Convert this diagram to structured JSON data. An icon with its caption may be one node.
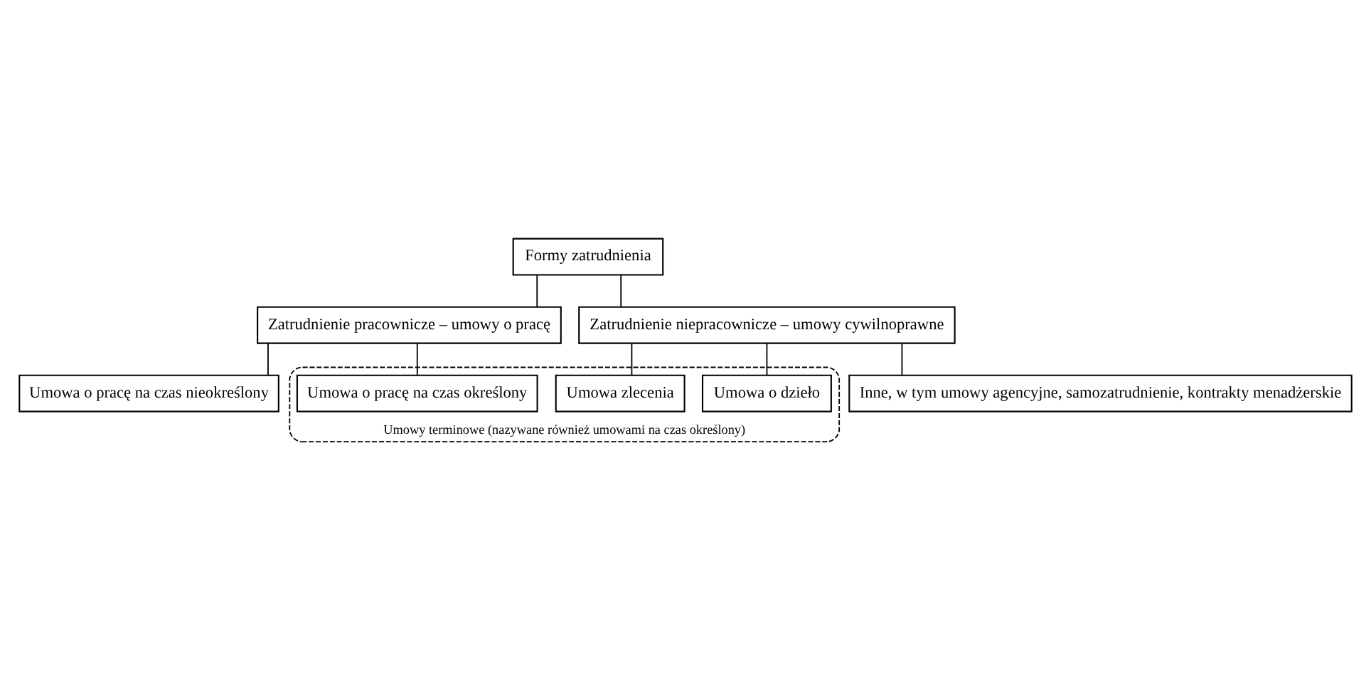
{
  "diagram": {
    "nodes": [
      {
        "text": [
          "Formy zatrudnienia"
        ]
      },
      {
        "text": [
          "Zatrudnienie pracownicze – umowy o pracę"
        ]
      },
      {
        "text": [
          "Zatrudnienie niepracownicze – umowy cywilnoprawne"
        ]
      },
      {
        "text": [
          "Umowa o pracę na czas nieokreślony"
        ]
      },
      {
        "text": [
          "Umowy terminowe (nazywane również umowami na czas określony)"
        ]
      },
      {
        "text": [
          "Umowa o pracę na czas określony"
        ],
        "in": 4
      },
      {
        "text": [
          "Umowa zlecenia"
        ],
        "in": 4
      },
      {
        "text": [
          "Umowa o dzieło"
        ],
        "in": 4
      },
      {
        "text": [
          "Inne, w tym umowy agencyjne, samozatrudnienie, kontrakty menadżerskie"
        ]
      }
    ],
    "edges": [
      {
        "from": 0,
        "to": 1,
        "arrow": "none"
      },
      {
        "from": 0,
        "to": 2,
        "arrow": "none"
      },
      {
        "from": 1,
        "to": 3,
        "arrow": "none"
      },
      {
        "from": 1,
        "to": 5,
        "arrow": "none"
      },
      {
        "from": 2,
        "to": 6,
        "arrow": "none"
      },
      {
        "from": 2,
        "to": 7,
        "arrow": "none"
      },
      {
        "from": 2,
        "to": 8,
        "arrow": "none"
      }
    ]
  }
}
